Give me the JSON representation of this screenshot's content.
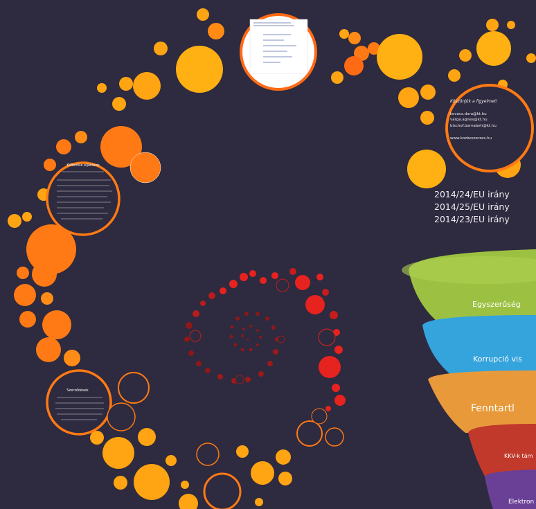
{
  "thanks_card": {
    "title": "Köszönjük a figyelmet!",
    "emails": [
      "kovacs.dora@kt.hu",
      "varga.agnes@kt.hu",
      "bischof.barnabeh@kt.hu"
    ],
    "website": "www.kozbeszerzes.hu"
  },
  "directives": [
    "2014/24/EU irány",
    "2014/25/EU irány",
    "2014/23/EU irány"
  ],
  "funnel": [
    {
      "label": "Egyszerűség",
      "color": "#9cc142"
    },
    {
      "label": "Korrupció vis",
      "color": "#35a3dc"
    },
    {
      "label": "Fenntartl",
      "color": "#e89a3a"
    },
    {
      "label": "KKV-k tám",
      "color": "#c0392b"
    },
    {
      "label": "Elektron",
      "color": "#6a3f96"
    }
  ],
  "circle_cards": {
    "left_title": "Különféle eljárások",
    "bottom_title": "Szerződések"
  },
  "colors": {
    "background": "#2e2a3f",
    "orange": "#ff7a14",
    "amber": "#ffa412",
    "red": "#e6231f",
    "dark_red": "#9b1a1a"
  }
}
